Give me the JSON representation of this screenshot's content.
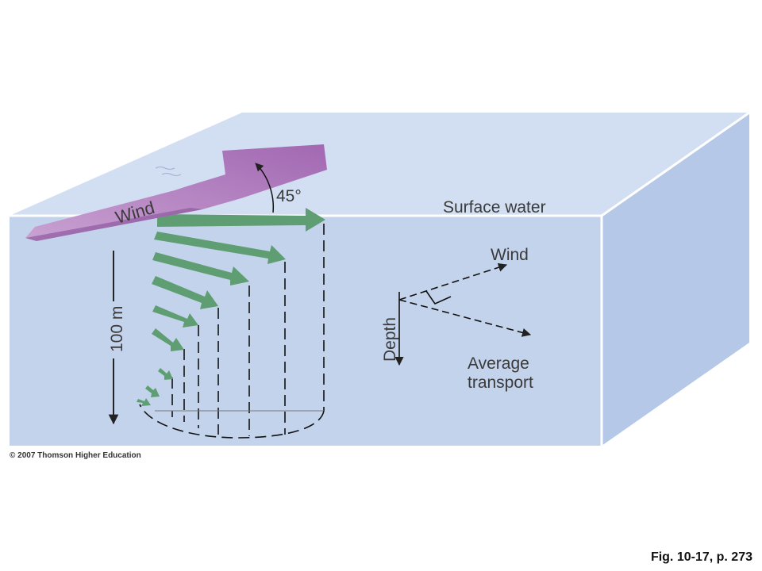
{
  "labels": {
    "wind_arrow": "Wind",
    "angle": "45°",
    "surface_water": "Surface water",
    "depth_scale": "100 m",
    "inset_wind": "Wind",
    "inset_depth": "Depth",
    "average_transport_line1": "Average",
    "average_transport_line2": "transport"
  },
  "copyright": "© 2007 Thomson Higher Education",
  "figure_reference": "Fig. 10-17, p. 273",
  "colors": {
    "water_front": "#c4d4ec",
    "water_top": "#d0ddf1",
    "water_side": "#b4c6e6",
    "wind_arrow": "#a86bb5",
    "current_arrows": "#5e9e72"
  }
}
